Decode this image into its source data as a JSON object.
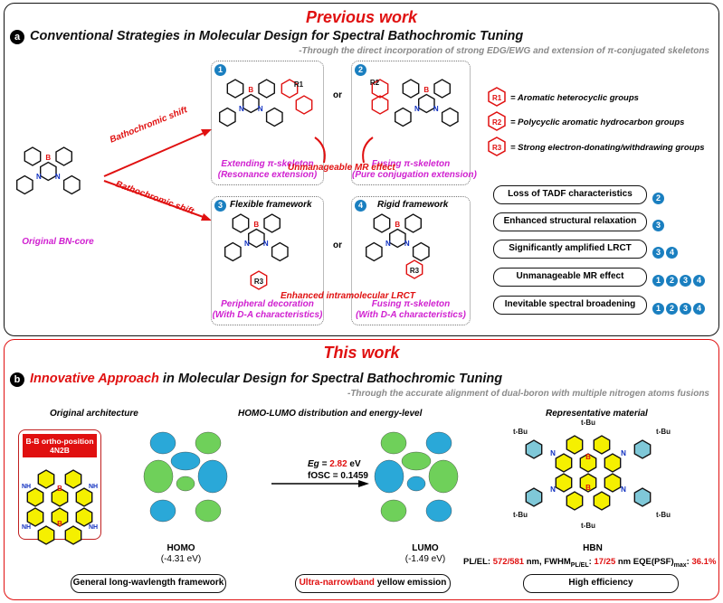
{
  "panel_a": {
    "title": "Previous work",
    "badge": "a",
    "heading": "Conventional Strategies in Molecular Design for Spectral Bathochromic Tuning",
    "subtitle": "-Through the direct incorporation of strong EDG/EWG and extension of π-conjugated skeletons",
    "core_label": "Original BN-core",
    "arrow_label": "Bathochromic shift",
    "or": "or",
    "atoms": {
      "B": "B",
      "N": "N",
      "R1": "R1",
      "R2": "R2",
      "R3": "R3"
    },
    "strategies": [
      {
        "num": "1",
        "line1": "Extending π-skeleton",
        "line2": "(Resonance extension)"
      },
      {
        "num": "2",
        "line1": "Fusing π-skeleton",
        "line2": "(Pure conjugation extension)"
      },
      {
        "num": "3",
        "header": "Flexible framework",
        "line1": "Peripheral decoration",
        "line2": "(With D-A characteristics)"
      },
      {
        "num": "4",
        "header": "Rigid framework",
        "line1": "Fusing π-skeleton",
        "line2": "(With D-A characteristics)"
      }
    ],
    "mr_effect": "Unmanageable  MR effect",
    "lrct": "Enhanced intramolecular LRCT",
    "legend": [
      {
        "sym": "R1",
        "text": "= Aromatic heterocyclic groups"
      },
      {
        "sym": "R2",
        "text": "= Polycyclic aromatic hydrocarbon groups"
      },
      {
        "sym": "R3",
        "text": "= Strong electron-donating/withdrawing groups"
      }
    ],
    "drawbacks": [
      {
        "text": "Loss of TADF characteristics",
        "nums": [
          "2"
        ]
      },
      {
        "text": "Enhanced structural relaxation",
        "nums": [
          "3"
        ]
      },
      {
        "text": "Significantly amplified LRCT",
        "nums": [
          "3",
          "4"
        ]
      },
      {
        "text": "Unmanageable  MR effect",
        "nums": [
          "1",
          "2",
          "3",
          "4"
        ]
      },
      {
        "text": "Inevitable spectral broadening",
        "nums": [
          "1",
          "2",
          "3",
          "4"
        ]
      }
    ]
  },
  "panel_b": {
    "title": "This work",
    "badge": "b",
    "heading_red": "Innovative Approach",
    "heading_rest": " in Molecular Design for Spectral Bathochromic Tuning",
    "subtitle": "-Through the accurate alignment of dual-boron with multiple nitrogen atoms fusions",
    "col1": "Original architecture",
    "col2": "HOMO-LUMO distribution and energy-level",
    "col3": "Representative material",
    "arch_header": "B-B ortho-position 4N2B",
    "nh": "NH",
    "tbu": "t-Bu",
    "eg_label": "Eg = ",
    "eg_value": "2.82",
    "eg_unit": " eV",
    "fosc": "fOSC = 0.1459",
    "homo": "HOMO",
    "homo_e": "(-4.31 eV)",
    "lumo": "LUMO",
    "lumo_e": "(-1.49 eV)",
    "material": "HBN",
    "pl_prefix": "PL/EL: ",
    "pl_value": "572/581",
    "pl_mid": " nm, FWHM",
    "pl_sub": "PL/EL",
    "pl_colon": ": ",
    "fwhm_value": "17/25",
    "pl_eqe": " nm EQE(PSF)",
    "eqe_sub": "max",
    "eqe_colon": ": ",
    "eqe_value": "36.1%",
    "pill1": "General long-wavlength framework",
    "pill2_red": "Ultra-narrowband",
    "pill2_rest": " yellow emission",
    "pill3": "High efficiency"
  },
  "colors": {
    "red": "#e01010",
    "magenta": "#d020d0",
    "blue_badge": "#1a7fc0",
    "orbital_blue": "#2aa8d8",
    "orbital_green": "#6fd05a",
    "yellow": "#f5f000"
  }
}
